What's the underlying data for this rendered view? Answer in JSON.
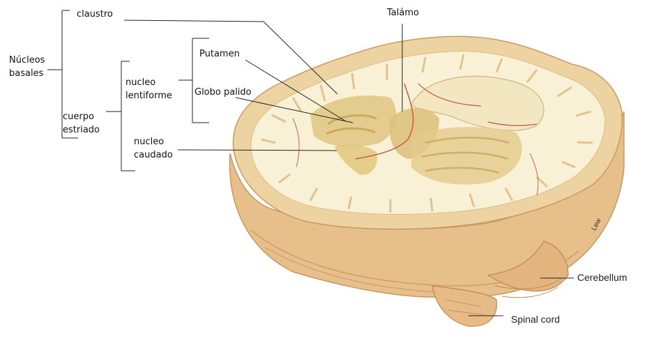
{
  "labels": {
    "nucleos_basales": [
      "Núcleos",
      "basales"
    ],
    "claustro": "claustro",
    "cuerpo_estriado": [
      "cuerpo",
      "estriado"
    ],
    "nucleo_lentiforme": [
      "nucleo",
      "lentiforme"
    ],
    "putamen": "Putamen",
    "globo_palido": "Globo palido",
    "nucleo_caudado": [
      "nucleo",
      "caudado"
    ],
    "talamo": "Talámo",
    "cerebellum": "Cerebellum",
    "spinal_cord": "Spinal cord",
    "signature": "Lew"
  },
  "colors": {
    "white_matter": "#f7efcf",
    "cortex": "#eed6a6",
    "outer_tissue": "#e9c28f",
    "nuclei": "#ddc27a",
    "vessel": "#c0544a",
    "leader_line": "#222222"
  }
}
